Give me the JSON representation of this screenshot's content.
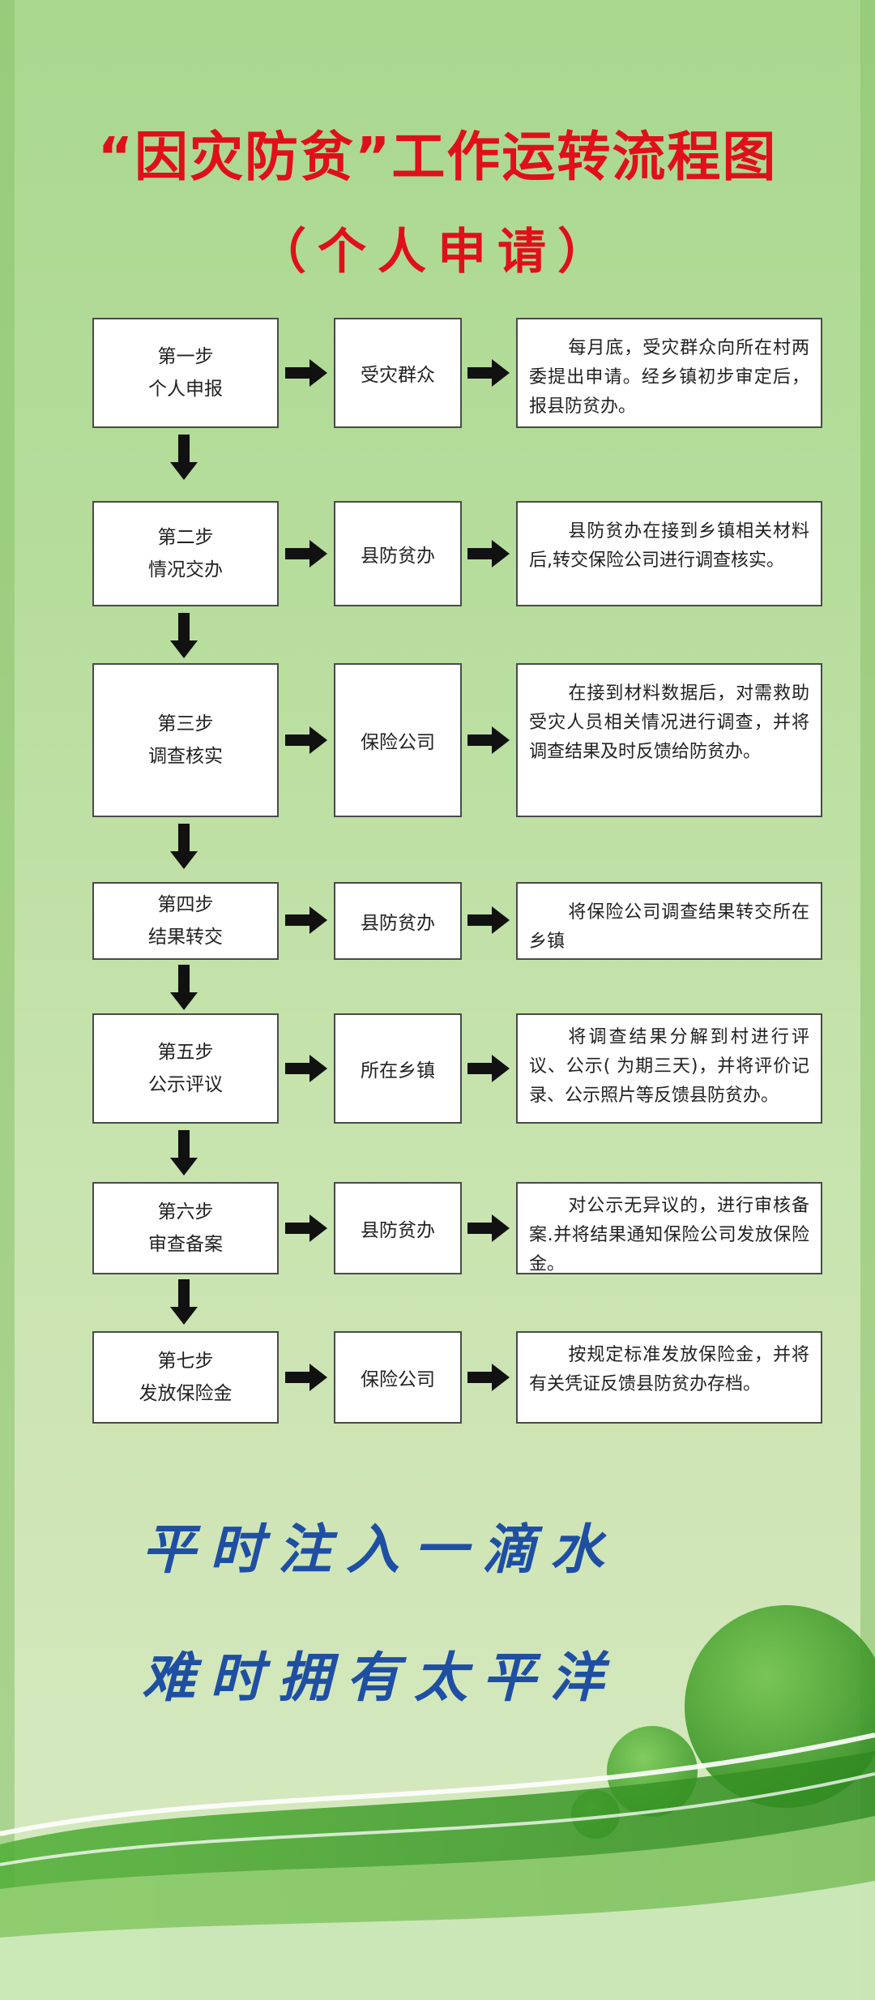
{
  "header": {
    "title": "“因灾防贫”工作运转流程图",
    "subtitle": "（个人申请）"
  },
  "steps": [
    {
      "step": "第一步",
      "name": "个人申报",
      "agency": "受灾群众",
      "desc": "每月底，受灾群众向所在村两委提出申请。经乡镇初步审定后，报县防贫办。"
    },
    {
      "step": "第二步",
      "name": "情况交办",
      "agency": "县防贫办",
      "desc": "县防贫办在接到乡镇相关材料后,转交保险公司进行调查核实。"
    },
    {
      "step": "第三步",
      "name": "调查核实",
      "agency": "保险公司",
      "desc": "在接到材料数据后，对需救助受灾人员相关情况进行调查，并将调查结果及时反馈给防贫办。"
    },
    {
      "step": "第四步",
      "name": "结果转交",
      "agency": "县防贫办",
      "desc": "将保险公司调查结果转交所在乡镇"
    },
    {
      "step": "第五步",
      "name": "公示评议",
      "agency": "所在乡镇",
      "desc": "将调查结果分解到村进行评议、公示( 为期三天)，并将评价记录、公示照片等反馈县防贫办。"
    },
    {
      "step": "第六步",
      "name": "审查备案",
      "agency": "县防贫办",
      "desc": "对公示无异议的，进行审核备案.并将结果通知保险公司发放保险金。"
    },
    {
      "step": "第七步",
      "name": "发放保险金",
      "agency": "保险公司",
      "desc": "按规定标准发放保险金，并将有关凭证反馈县防贫办存档。"
    }
  ],
  "slogan": {
    "line1": "平时注入一滴水",
    "line2": "难时拥有太平洋"
  },
  "colors": {
    "title": "#e0101a",
    "slogan": "#1f4fa3",
    "box_border": "#4a4a4a",
    "arrow": "#111111"
  }
}
